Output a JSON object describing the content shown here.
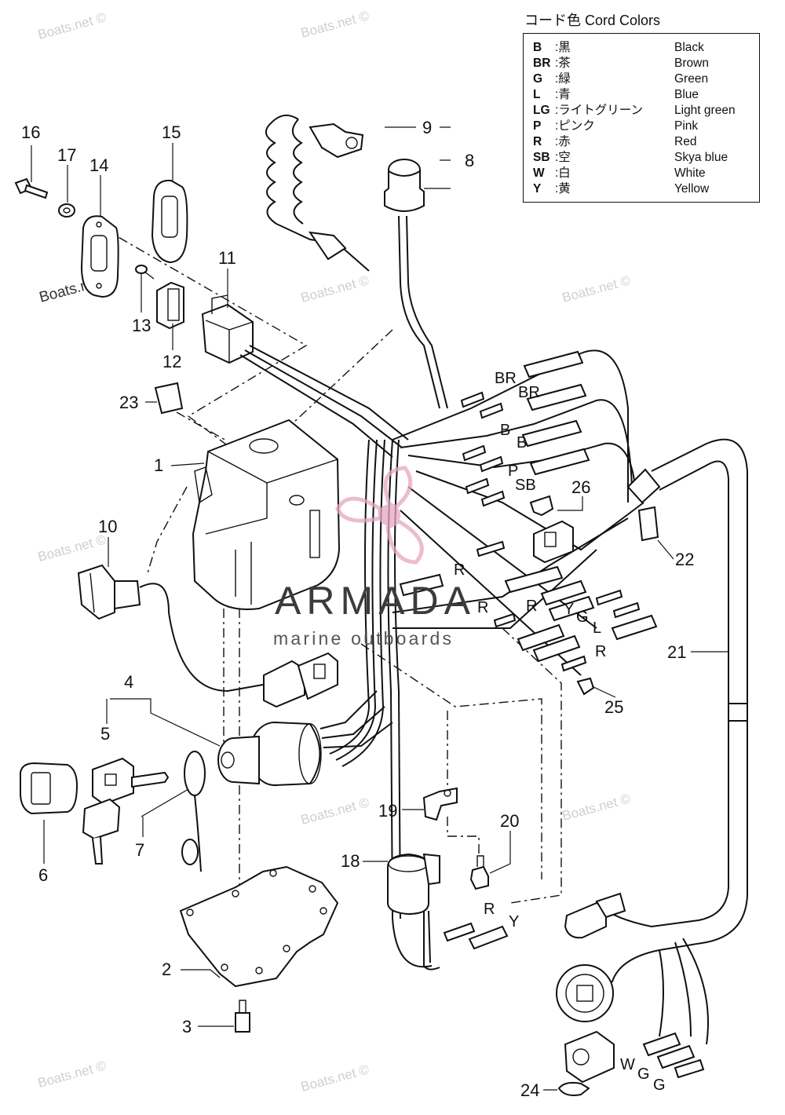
{
  "legend": {
    "title": "コード色 Cord Colors",
    "rows": [
      {
        "code": "B",
        "jp": ":黒",
        "en": "Black"
      },
      {
        "code": "BR",
        "jp": ":茶",
        "en": "Brown"
      },
      {
        "code": "G",
        "jp": ":緑",
        "en": "Green"
      },
      {
        "code": "L",
        "jp": ":青",
        "en": "Blue"
      },
      {
        "code": "LG",
        "jp": ":ライトグリーン",
        "en": "Light green"
      },
      {
        "code": "P",
        "jp": ":ピンク",
        "en": "Pink"
      },
      {
        "code": "R",
        "jp": ":赤",
        "en": "Red"
      },
      {
        "code": "SB",
        "jp": ":空",
        "en": "Skya blue"
      },
      {
        "code": "W",
        "jp": ":白",
        "en": "White"
      },
      {
        "code": "Y",
        "jp": ":黄",
        "en": "Yellow"
      }
    ]
  },
  "callouts": {
    "c1": "1",
    "c2": "2",
    "c3": "3",
    "c4": "4",
    "c5": "5",
    "c6": "6",
    "c7": "7",
    "c8": "8",
    "c9": "9",
    "c10": "10",
    "c11": "11",
    "c12": "12",
    "c13": "13",
    "c14": "14",
    "c15": "15",
    "c16": "16",
    "c17": "17",
    "c18": "18",
    "c19": "19",
    "c20": "20",
    "c21": "21",
    "c22": "22",
    "c23": "23",
    "c24": "24",
    "c25": "25",
    "c26": "26"
  },
  "wire_labels": {
    "br1": "BR",
    "br2": "BR",
    "b1": "B",
    "b2": "B",
    "p": "P",
    "sb": "SB",
    "r1": "R",
    "r2": "R",
    "r3": "R",
    "y1": "Y",
    "g1": "G",
    "l": "L",
    "r4": "R",
    "r5": "R",
    "y2": "Y",
    "w": "W",
    "g2": "G",
    "g3": "G"
  },
  "watermark": {
    "text": "Boats.net ©",
    "logo_word": "ARMADA",
    "logo_sub": "marine outboards"
  },
  "colors": {
    "line": "#111111",
    "logo_pink": "#e6a6c2",
    "watermark_grey": "#cfcfcf"
  }
}
